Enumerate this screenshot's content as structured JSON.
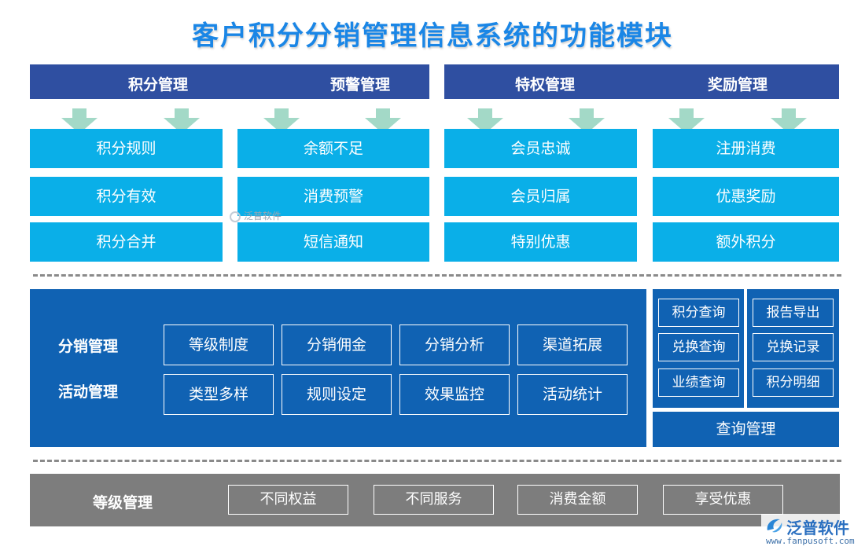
{
  "title": "客户积分分销管理信息系统的功能模块",
  "top_headers": [
    "积分管理",
    "预警管理",
    "特权管理",
    "奖励管理"
  ],
  "columns": [
    [
      "积分规则",
      "积分有效",
      "积分合并"
    ],
    [
      "余额不足",
      "消费预警",
      "短信通知"
    ],
    [
      "会员忠诚",
      "会员归属",
      "特别优惠"
    ],
    [
      "注册消费",
      "优惠奖励",
      "额外积分"
    ]
  ],
  "middle": {
    "labels": [
      "分销管理",
      "活动管理"
    ],
    "row1": [
      "等级制度",
      "分销佣金",
      "分销分析",
      "渠道拓展"
    ],
    "row2": [
      "类型多样",
      "规则设定",
      "效果监控",
      "活动统计"
    ]
  },
  "query": {
    "left": [
      "积分查询",
      "兑换查询",
      "业绩查询"
    ],
    "right": [
      "报告导出",
      "兑换记录",
      "积分明细"
    ],
    "footer": "查询管理"
  },
  "bottom": {
    "label": "等级管理",
    "items": [
      "不同权益",
      "不同服务",
      "消费金额",
      "享受优惠"
    ]
  },
  "watermark_center": "泛普软件",
  "logo": {
    "name": "泛普软件",
    "url": "www.fanpusoft.com"
  },
  "colors": {
    "title": "#1a86e6",
    "header": "#2f4fa1",
    "card": "#0aafe8",
    "panel": "#1062b3",
    "grey": "#7d7d7d",
    "arrow": "#a3d9c7"
  }
}
